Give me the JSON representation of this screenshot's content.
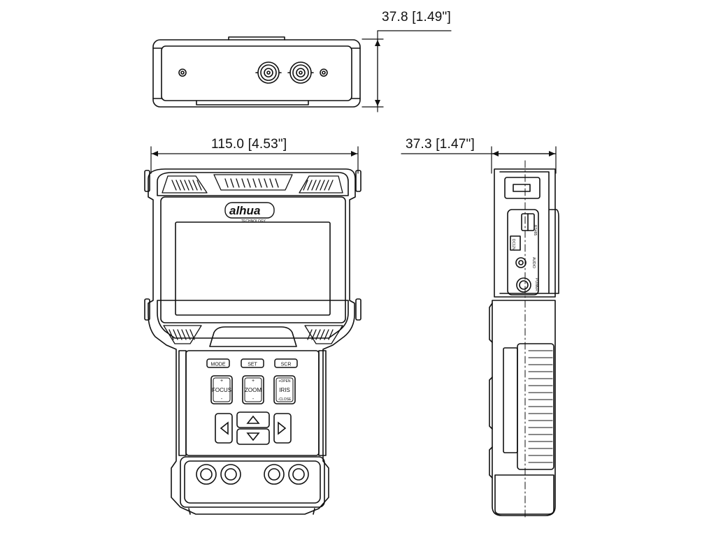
{
  "dimensions": {
    "depth": "37.8 [1.49\"]",
    "width": "115.0 [4.53\"]",
    "side_depth": "37.3 [1.47\"]"
  },
  "logo_text": "alhua",
  "logo_subtext": "TECHNOLOGY",
  "buttons": {
    "mode": "MODE",
    "set": "SET",
    "scr": "SCR",
    "focus": "FOCUS",
    "zoom": "ZOOM",
    "iris": "IRIS",
    "plus": "+",
    "minus": "-",
    "plus_iris": "+OPEN",
    "minus_iris": "-CLOSE"
  },
  "side_labels": {
    "ports": "RS485",
    "audio": "AUDIO",
    "dc": "DC12V",
    "power": "POWER"
  },
  "colors": {
    "line": "#111111",
    "background": "#ffffff"
  }
}
